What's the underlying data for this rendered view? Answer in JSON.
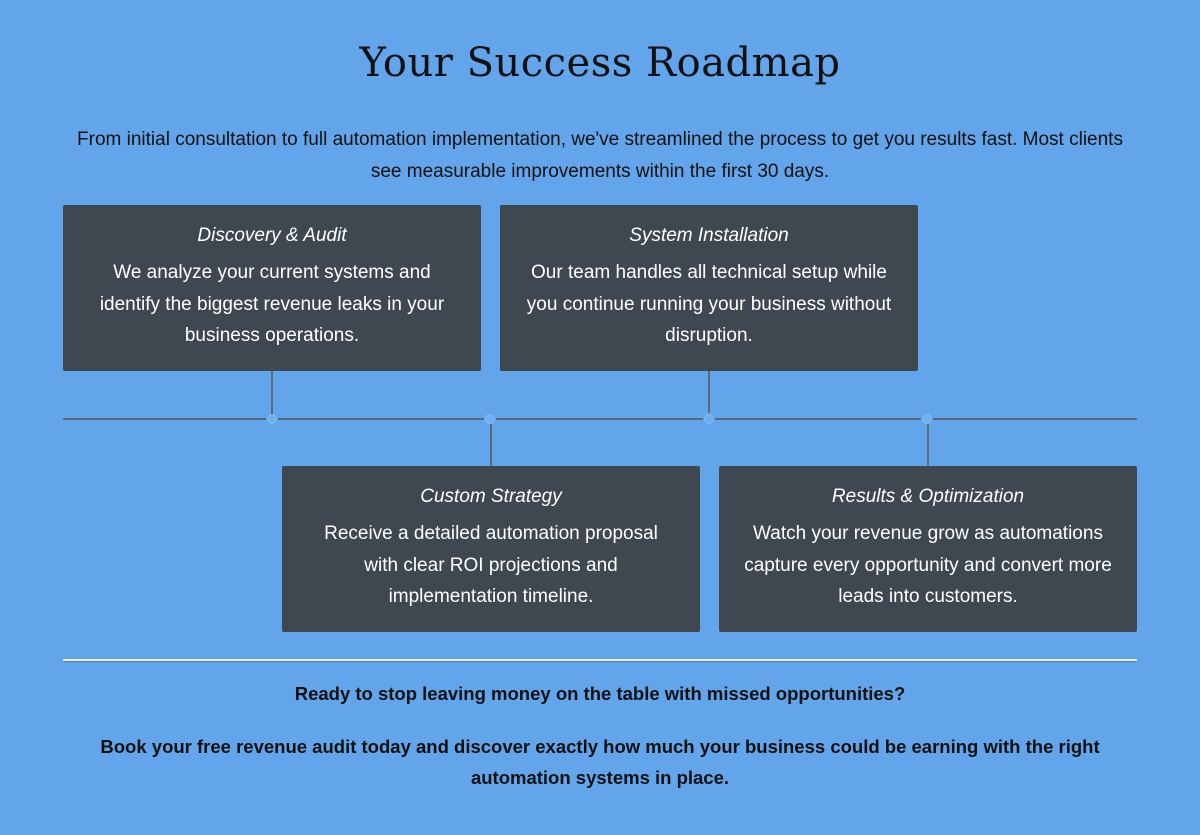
{
  "header": {
    "title": "Your Success Roadmap",
    "intro": "From initial consultation to full automation implementation, we've streamlined the process to get you results fast. Most clients see measurable improvements within the first 30 days."
  },
  "steps": [
    {
      "title": "Discovery & Audit",
      "description": "We analyze your current systems and identify the biggest revenue leaks in your business operations."
    },
    {
      "title": "System Installation",
      "description": "Our team handles all technical setup while you continue running your business without disruption."
    },
    {
      "title": "Custom Strategy",
      "description": "Receive a detailed automation proposal with clear ROI projections and implementation timeline."
    },
    {
      "title": "Results & Optimization",
      "description": "Watch your revenue grow as automations capture every opportunity and convert more leads into customers."
    }
  ],
  "cta": {
    "headline": "Ready to stop leaving money on the table with missed opportunities?",
    "body": "Book your free revenue audit today and discover exactly how much your business could be earning with the right automation systems in place."
  },
  "colors": {
    "background": "#62a5ea",
    "card": "#3f4750",
    "line": "#5c6a78"
  }
}
